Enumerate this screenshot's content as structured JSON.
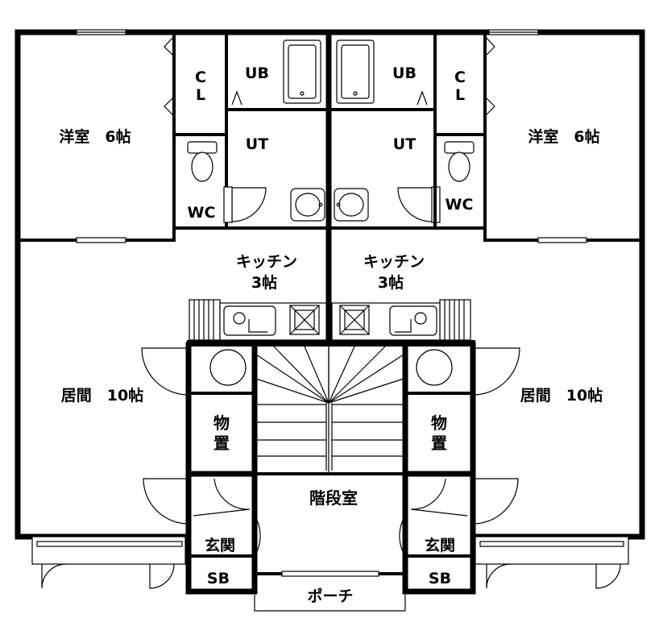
{
  "rooms": {
    "western_left": "洋室　6帖",
    "western_right": "洋室　6帖",
    "cl_left": "C\nL",
    "cl_right": "C\nL",
    "ub_left": "UB",
    "ub_right": "UB",
    "ut_left": "UT",
    "ut_right": "UT",
    "wc_left": "WC",
    "wc_right": "WC",
    "kitchen_left_1": "キッチン",
    "kitchen_left_2": "3帖",
    "kitchen_right_1": "キッチン",
    "kitchen_right_2": "3帖",
    "living_left": "居間　10帖",
    "living_right": "居間　10帖",
    "storage_left_1": "物",
    "storage_left_2": "置",
    "storage_right_1": "物",
    "storage_right_2": "置",
    "stairwell": "階段室",
    "entrance_left": "玄関",
    "entrance_right": "玄関",
    "sb_left": "SB",
    "sb_right": "SB",
    "porch": "ポーチ"
  }
}
